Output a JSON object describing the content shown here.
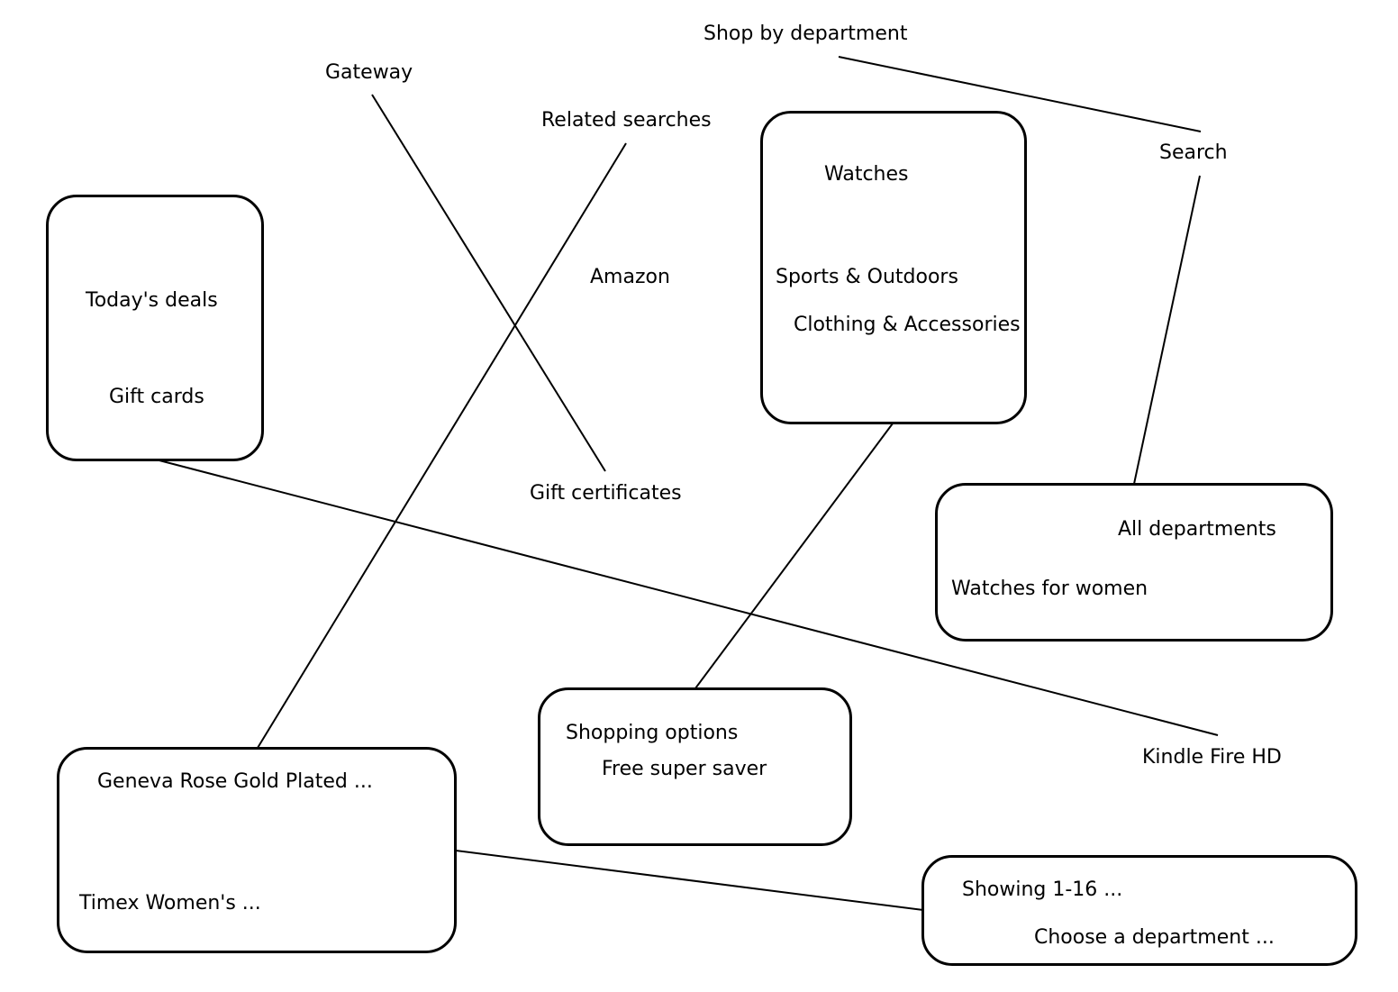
{
  "diagram": {
    "labels": {
      "shop_by_department": "Shop by department",
      "gateway": "Gateway",
      "related_searches": "Related searches",
      "search": "Search",
      "amazon": "Amazon",
      "gift_certificates": "Gift certificates",
      "kindle_fire_hd": "Kindle Fire HD",
      "todays_deals": "Today's deals",
      "gift_cards": "Gift cards",
      "watches": "Watches",
      "sports_outdoors": "Sports & Outdoors",
      "clothing_accessories": "Clothing & Accessories",
      "all_departments": "All departments",
      "watches_for_women": "Watches for women",
      "shopping_options": "Shopping options",
      "free_super_saver": "Free super saver",
      "geneva_rose": "Geneva Rose Gold Plated ...",
      "timex_womens": "Timex Women's ...",
      "showing_1_16": "Showing 1-16 ...",
      "choose_department": "Choose a department ..."
    }
  }
}
